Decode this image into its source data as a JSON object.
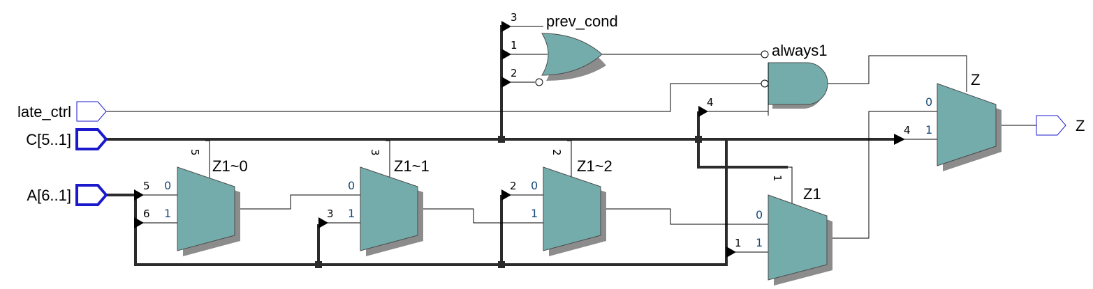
{
  "ports": {
    "late_ctrl": "late_ctrl",
    "c": "C[5..1]",
    "a": "A[6..1]",
    "z_out": "Z"
  },
  "gates": {
    "prev_cond": "prev_cond",
    "always1": "always1",
    "z1_0": "Z1~0",
    "z1_1": "Z1~1",
    "z1_2": "Z1~2",
    "z1": "Z1",
    "z": "Z"
  },
  "bits": {
    "or_in_a": "3",
    "or_in_b": "1",
    "or_in_c": "2",
    "and_in_c": "4",
    "z_in1": "4",
    "z1_0_sel": "5",
    "z1_0_in0": "5",
    "z1_0_in1": "6",
    "z1_1_sel": "3",
    "z1_1_in1": "3",
    "z1_2_sel": "2",
    "z1_2_in0": "2",
    "z1_sel": "1",
    "z1_in1": "1"
  },
  "mux_inputs": {
    "zero": "0",
    "one": "1"
  }
}
